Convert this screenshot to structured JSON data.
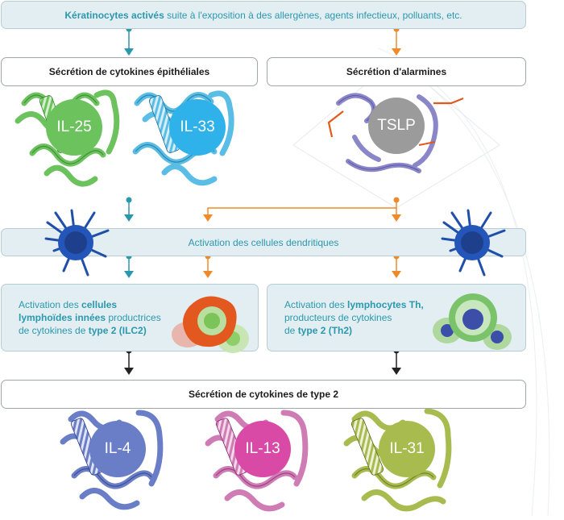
{
  "top": {
    "bold": "Kératinocytes activés",
    "rest": " suite à l'exposition à des allergènes, agents infectieux, polluants, etc."
  },
  "epithelial_box": "Sécrétion de cytokines épithéliales",
  "alarmin_box": "Sécrétion d'alarmines",
  "dendritic_box": "Activation des cellules dendritiques",
  "ilc2": {
    "line1_pre": "Activation des ",
    "line1_bold": "cellules",
    "line2_bold": "lymphoïdes innées",
    "line2_rest": " productrices",
    "line3_pre": "de cytokines de ",
    "line3_bold": "type 2 (ILC2)"
  },
  "th2": {
    "line1_pre": "Activation des ",
    "line1_bold": "lymphocytes Th,",
    "line2": "producteurs de cytokines",
    "line3_pre": "de ",
    "line3_bold": "type 2 (Th2)"
  },
  "type2_box": "Sécrétion de cytokines de type 2",
  "cytokines": {
    "il25": "IL-25",
    "il33": "IL-33",
    "tslp": "TSLP",
    "il4": "IL-4",
    "il13": "IL-13",
    "il31": "IL-31"
  },
  "colors": {
    "teal": "#2b98ad",
    "orange": "#ee8a2a",
    "dark": "#222222",
    "il25": "#6cc25c",
    "il33": "#2fb2ea",
    "tslp": "#9b9b9b",
    "il4": "#6a7ec8",
    "il13": "#d94aa6",
    "il31": "#a8bb4e"
  }
}
